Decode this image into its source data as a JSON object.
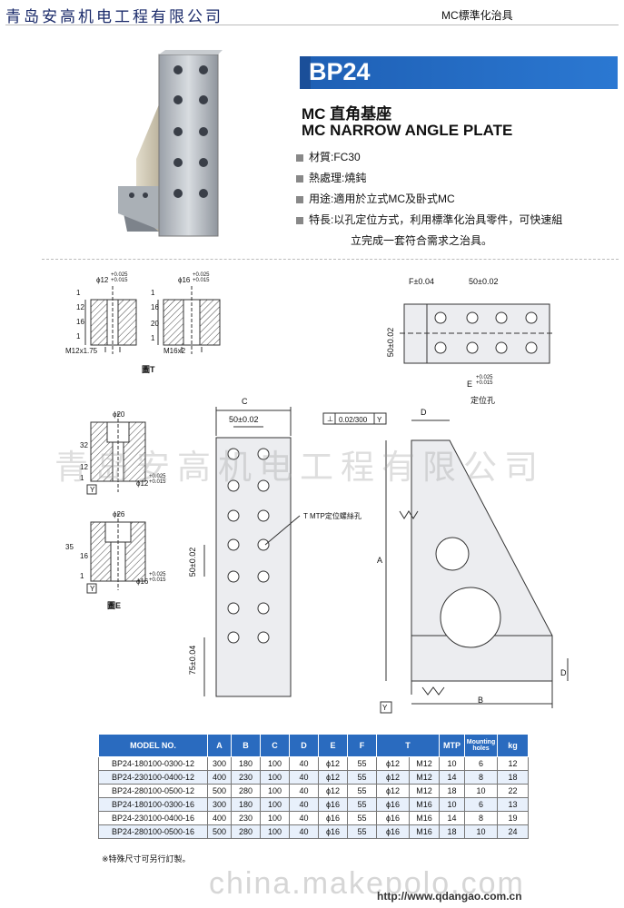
{
  "header": {
    "company": "青岛安高机电工程有限公司",
    "category": "MC標準化治具"
  },
  "product": {
    "code": "BP24",
    "name_cn": "MC 直角基座",
    "name_en": "MC NARROW ANGLE PLATE",
    "specs": [
      {
        "label": "材質:",
        "value": "FC30"
      },
      {
        "label": "熱處理:",
        "value": "燒鈍"
      },
      {
        "label": "用途:",
        "value": "適用於立式MC及卧式MC"
      },
      {
        "label": "特長:",
        "value": "以孔定位方式，利用標準化治具零件，可快速組"
      },
      {
        "label": "",
        "value": "立完成一套符合需求之治具。"
      }
    ]
  },
  "drawing": {
    "t1_phi": "ϕ12",
    "t1_tol": "+0.025\n+0.015",
    "t1_dims": [
      "1",
      "12",
      "16",
      "1"
    ],
    "t1_thread": "M12x1.75",
    "t2_phi": "ϕ16",
    "t2_tol": "+0.025\n+0.015",
    "t2_dims": [
      "1",
      "16",
      "20",
      "1"
    ],
    "t2_thread": "M16x2",
    "fig_t": "圖T",
    "e1_top": "ϕ20",
    "e1_dims": [
      "32",
      "12",
      "1"
    ],
    "e1_phi": "ϕ12",
    "e1_tol": "+0.025\n+0.015",
    "e2_top": "ϕ26",
    "e2_dims": [
      "35",
      "16",
      "1"
    ],
    "e2_phi": "ϕ16",
    "e2_tol": "+0.025\n+0.015",
    "fig_e": "圖E",
    "y_label": "Y",
    "top_f": "F±0.04",
    "top_50": "50±0.02",
    "top_side": "50±0.02",
    "top_e": "E",
    "top_e_tol": "+0.025\n+0.015",
    "top_hole": "定位孔",
    "front_c": "C",
    "front_50": "50±0.02",
    "front_mid": "50±0.02",
    "front_75": "75±0.04",
    "front_tmtp": "T MTP定位螺絲孔",
    "side_flat": "0.02/300",
    "side_perp": "⊥",
    "side_y": "Y",
    "side_d": "D",
    "side_a": "A",
    "side_b": "B",
    "side_d2": "D"
  },
  "table": {
    "headers": [
      "MODEL NO.",
      "A",
      "B",
      "C",
      "D",
      "E",
      "F",
      "T",
      "MTP",
      "Mounting holes",
      "kg"
    ],
    "rows": [
      [
        "BP24-180100-0300-12",
        "300",
        "180",
        "100",
        "40",
        "ϕ12",
        "55",
        "ϕ12",
        "M12",
        "10",
        "6",
        "12"
      ],
      [
        "BP24-230100-0400-12",
        "400",
        "230",
        "100",
        "40",
        "ϕ12",
        "55",
        "ϕ12",
        "M12",
        "14",
        "8",
        "18"
      ],
      [
        "BP24-280100-0500-12",
        "500",
        "280",
        "100",
        "40",
        "ϕ12",
        "55",
        "ϕ12",
        "M12",
        "18",
        "10",
        "22"
      ],
      [
        "BP24-180100-0300-16",
        "300",
        "180",
        "100",
        "40",
        "ϕ16",
        "55",
        "ϕ16",
        "M16",
        "10",
        "6",
        "13"
      ],
      [
        "BP24-230100-0400-16",
        "400",
        "230",
        "100",
        "40",
        "ϕ16",
        "55",
        "ϕ16",
        "M16",
        "14",
        "8",
        "19"
      ],
      [
        "BP24-280100-0500-16",
        "500",
        "280",
        "100",
        "40",
        "ϕ16",
        "55",
        "ϕ16",
        "M16",
        "18",
        "10",
        "24"
      ]
    ]
  },
  "note": "※特殊尺寸可另行訂製。",
  "watermarks": {
    "center": "青岛安高机电工程有限公司",
    "site": "china.makepolo.com",
    "url": "http://www.qdangao.com.cn"
  }
}
